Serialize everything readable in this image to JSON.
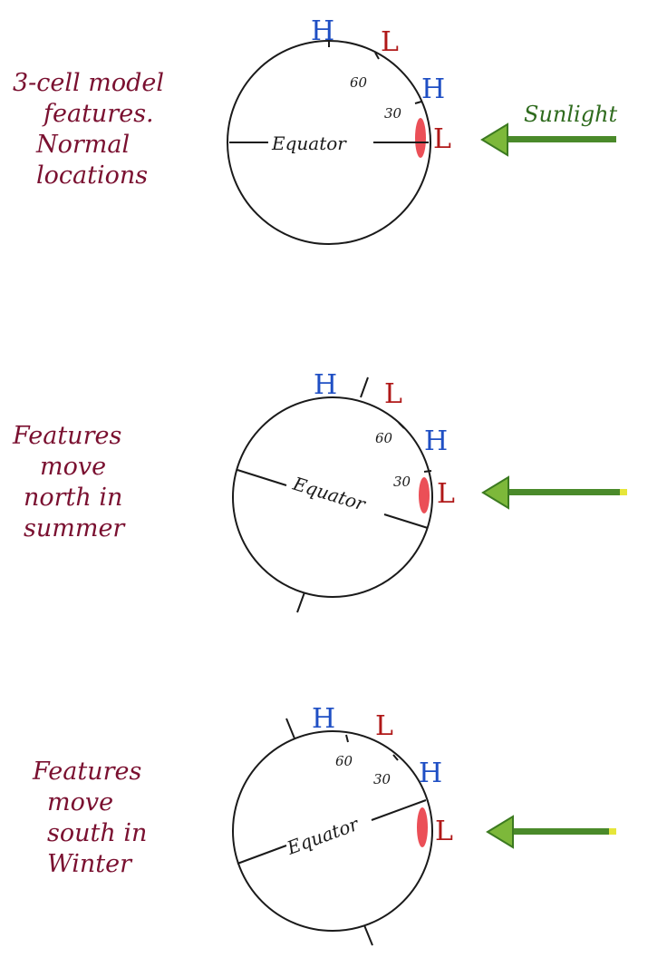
{
  "panels": [
    {
      "caption": [
        "3-cell model",
        "features.",
        "Normal",
        "locations"
      ],
      "sunlight_label": "Sunlight",
      "equator_label": "Equator",
      "lat_labels": [
        "60",
        "30"
      ],
      "pressure_symbols": [
        "H",
        "L",
        "H",
        "L"
      ]
    },
    {
      "caption": [
        "Features",
        "move",
        "north in",
        "summer"
      ],
      "equator_label": "Equator",
      "lat_labels": [
        "60",
        "30"
      ],
      "pressure_symbols": [
        "H",
        "L",
        "H",
        "L"
      ]
    },
    {
      "caption": [
        "Features",
        "move",
        "south in",
        "Winter"
      ],
      "equator_label": "Equator",
      "lat_labels": [
        "60",
        "30"
      ],
      "pressure_symbols": [
        "H",
        "L",
        "H",
        "L"
      ]
    }
  ],
  "colors": {
    "caption": "#7a1030",
    "high": "#1f4fc4",
    "low": "#b01818",
    "arrow": "#4a8a2a",
    "arrow_fill": "#7db83a",
    "outline": "#1a1a1a",
    "warm_zone": "#e8303a"
  }
}
